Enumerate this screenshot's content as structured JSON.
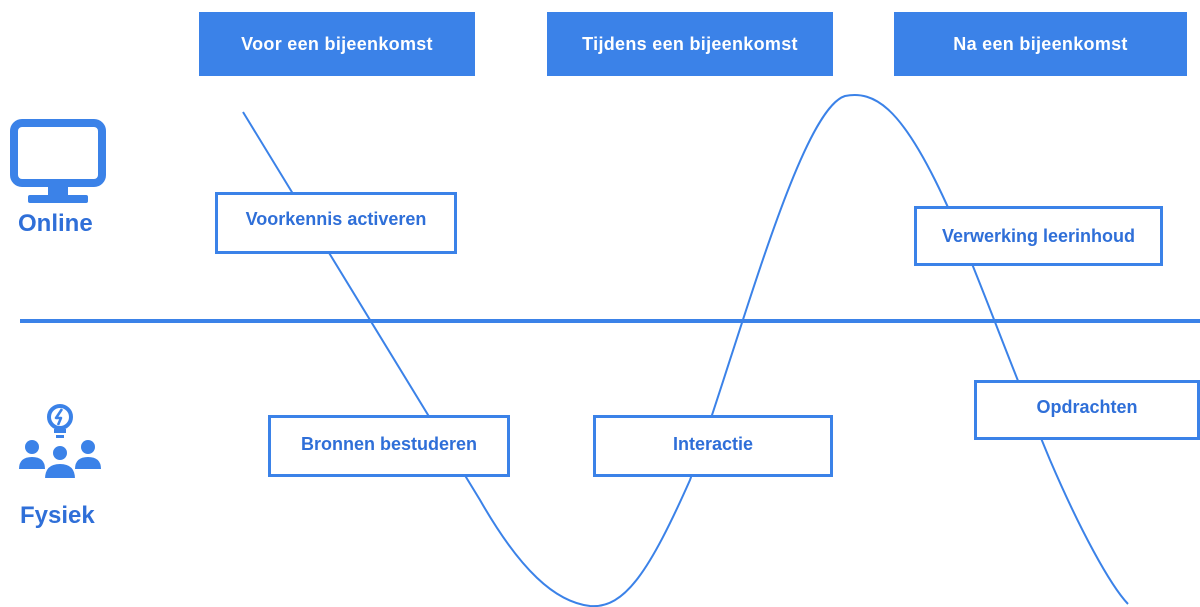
{
  "phases": [
    {
      "label": "Voor een bijeenkomst"
    },
    {
      "label": "Tijdens een bijeenkomst"
    },
    {
      "label": "Na een bijeenkomst"
    }
  ],
  "rows": {
    "online": {
      "label": "Online",
      "icon": "monitor-icon"
    },
    "fysiek": {
      "label": "Fysiek",
      "icon": "people-lightbulb-icon"
    }
  },
  "activities": {
    "voorkennis": "Voorkennis activeren",
    "verwerking": "Verwerking leerinhoud",
    "bronnen": "Bronnen bestuderen",
    "interactie": "Interactie",
    "opdrachten": "Opdrachten"
  },
  "colors": {
    "accent": "#3b82e8",
    "text": "#2f6fd8",
    "background": "#ffffff"
  }
}
